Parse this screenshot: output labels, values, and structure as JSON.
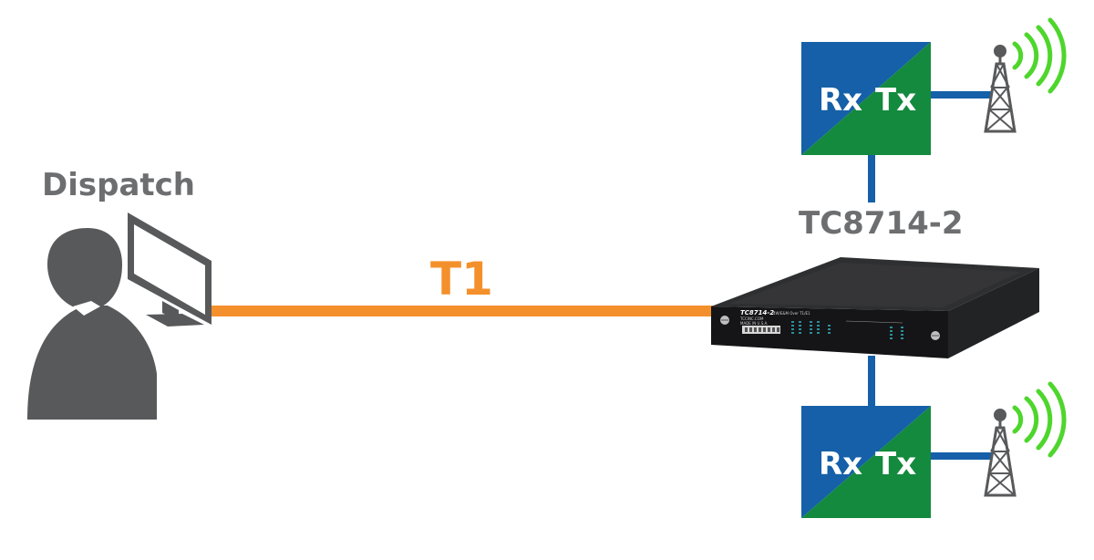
{
  "dispatch": {
    "label": "Dispatch"
  },
  "link": {
    "label": "T1",
    "color": "#f4902c"
  },
  "device": {
    "model_label": "TC8714-2",
    "faceplate": {
      "model": "TC8714-2",
      "subtitle": "4W/E&M Over T1/E1",
      "vendor": "TCCINC.COM",
      "origin": "MADE IN U.S.A."
    }
  },
  "radios": [
    {
      "rx": "Rx",
      "tx": "Tx"
    },
    {
      "rx": "Rx",
      "tx": "Tx"
    }
  ],
  "colors": {
    "radio_blue": "#1560a8",
    "radio_green": "#138a3e",
    "connector_blue": "#1560a8",
    "signal_green": "#4ed62c",
    "dispatcher_gray": "#58595b",
    "text_gray": "#6d6e70"
  }
}
